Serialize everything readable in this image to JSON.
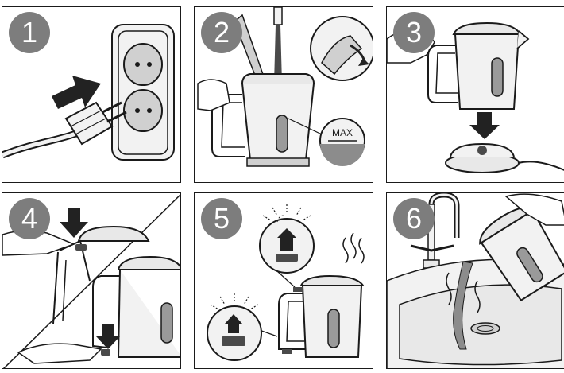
{
  "steps": [
    {
      "number": "1"
    },
    {
      "number": "2"
    },
    {
      "number": "3"
    },
    {
      "number": "4"
    },
    {
      "number": "5"
    },
    {
      "number": "6"
    }
  ],
  "step2": {
    "max_label": "MAX"
  },
  "colors": {
    "badge": "#7d7d7d",
    "outline": "#1a1a1a",
    "kettle_fill": "#f2f2f2",
    "dark_gray": "#4a4a4a",
    "water_window": "#9a9a9a",
    "arrow": "#222222"
  }
}
